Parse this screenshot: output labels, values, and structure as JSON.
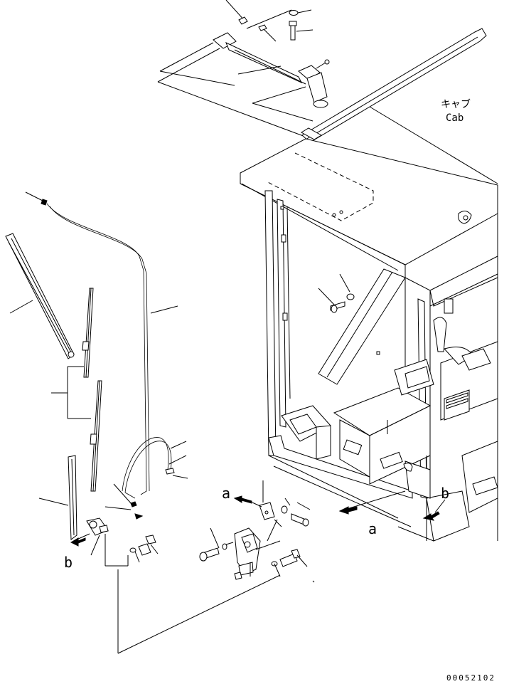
{
  "labels": {
    "cab_jp": "キャブ",
    "cab_en": "Cab",
    "view_a": "a",
    "view_b": "b",
    "drawing_number": "00052102"
  }
}
